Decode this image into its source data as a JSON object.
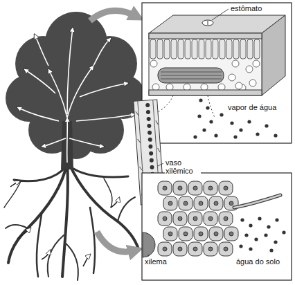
{
  "diagram": {
    "labels": [
      "estômato",
      "vapor de água",
      "vaso xilêmico",
      "xilema",
      "água do solo"
    ]
  }
}
